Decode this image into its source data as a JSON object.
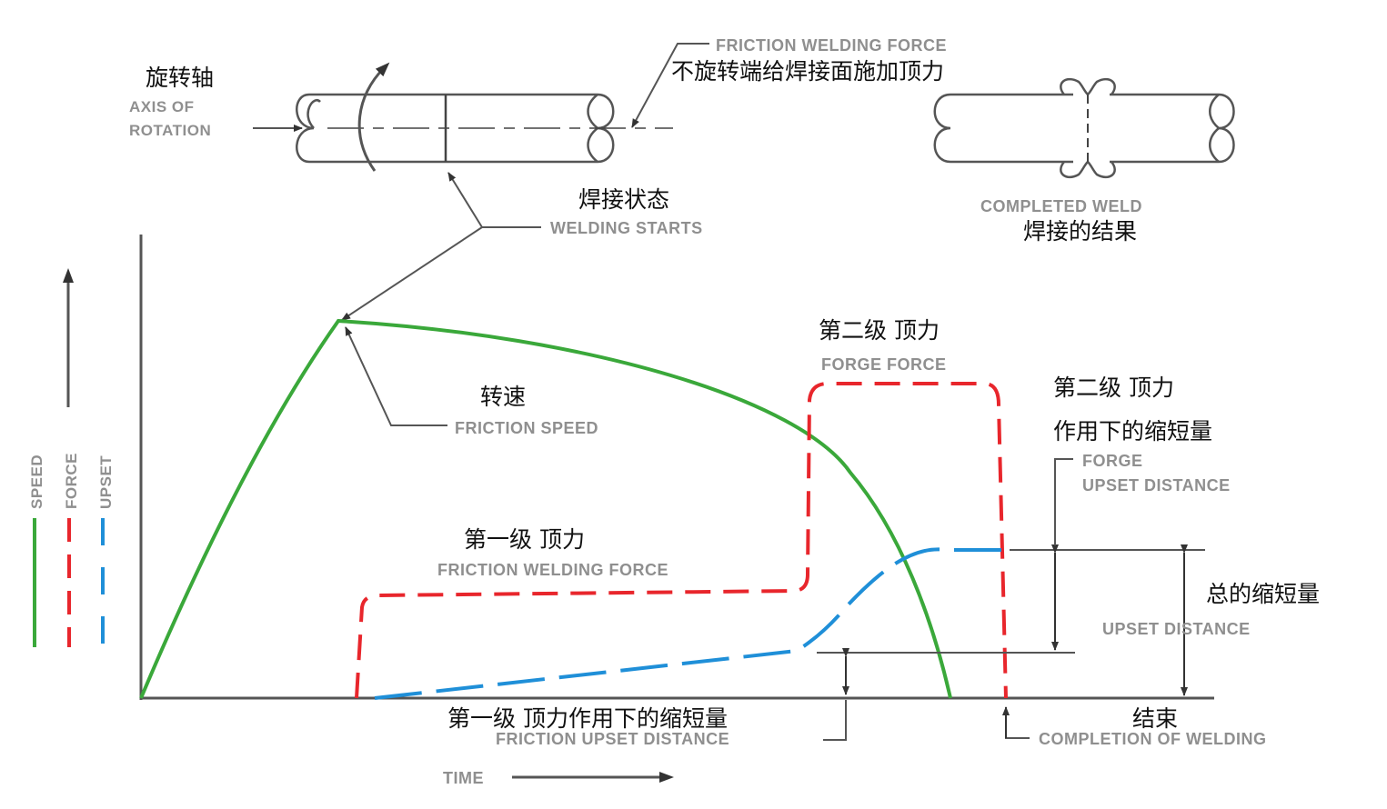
{
  "colors": {
    "speed": "#3aa83a",
    "force": "#e8262c",
    "upset": "#1f8fd8",
    "english_label": "#8f8f8f",
    "chinese_label": "#111111",
    "line": "#555555"
  },
  "icons": [
    "rotation-arrow-icon",
    "axis-arrow-icon",
    "time-arrow-icon",
    "y-axis-arrow-icon"
  ],
  "labels": {
    "axis_cn": "旋转轴",
    "axis_en_1": "AXIS OF",
    "axis_en_2": "ROTATION",
    "friction_force_top_en": "FRICTION WELDING FORCE",
    "friction_force_top_cn": "不旋转端给焊接面施加顶力",
    "welding_starts_cn": "焊接状态",
    "welding_starts_en": "WELDING STARTS",
    "completed_weld_en": "COMPLETED WELD",
    "completed_weld_cn": "焊接的结果",
    "friction_speed_cn": "转速",
    "friction_speed_en": "FRICTION SPEED",
    "forge_force_cn": "第二级  顶力",
    "forge_force_en": "FORGE FORCE",
    "forge_upset_cn_1": "第二级  顶力",
    "forge_upset_cn_2": "作用下的缩短量",
    "forge_upset_en_1": "FORGE",
    "forge_upset_en_2": "UPSET DISTANCE",
    "friction_force_cn": "第一级  顶力",
    "friction_force_en": "FRICTION WELDING FORCE",
    "upset_distance_cn": "总的缩短量",
    "upset_distance_en": "UPSET DISTANCE",
    "friction_upset_en": "FRICTION UPSET DISTANCE",
    "friction_upset_cn": "第一级  顶力作用下的缩短量",
    "completion_en": "COMPLETION OF WELDING",
    "completion_cn": "结束",
    "time": "TIME"
  },
  "legend": {
    "speed": "SPEED",
    "force": "FORCE",
    "upset": "UPSET"
  }
}
